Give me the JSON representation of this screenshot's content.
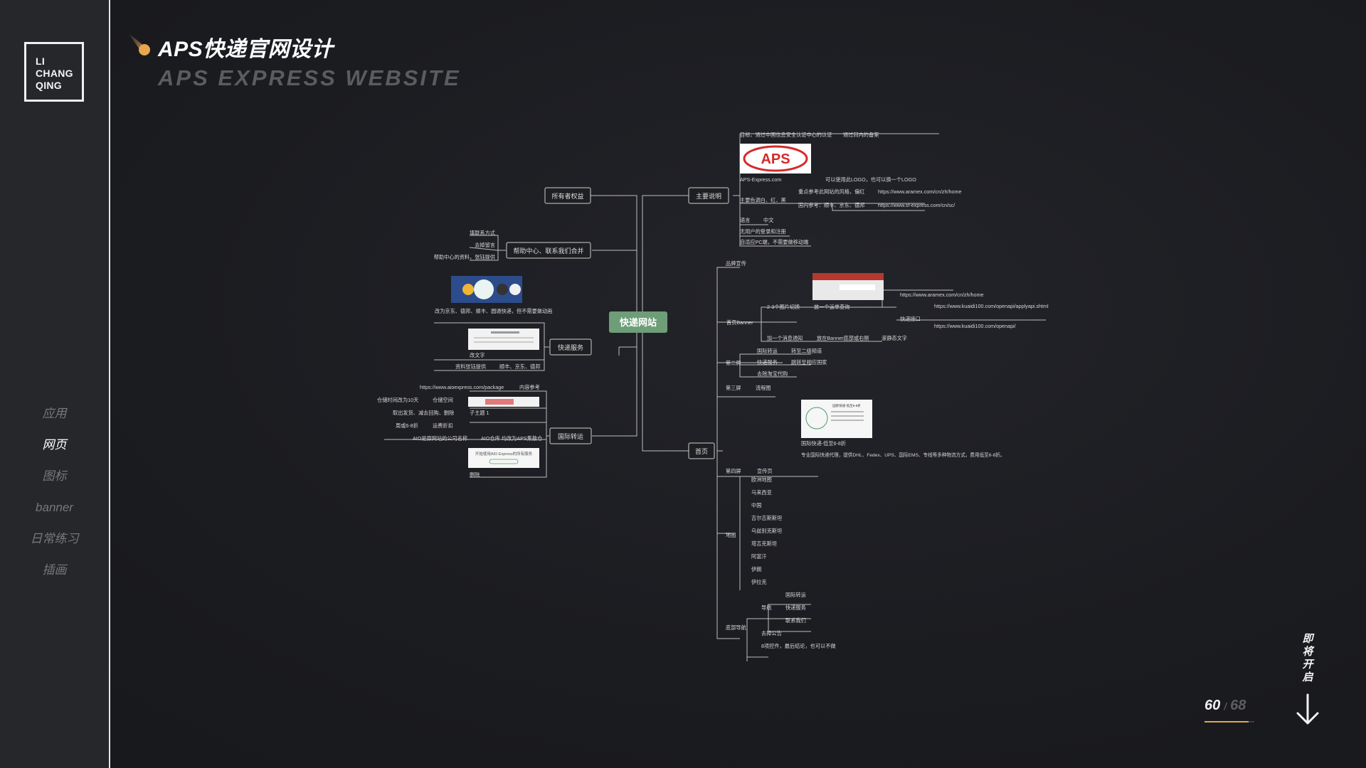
{
  "sidebar": {
    "logo_lines": [
      "LI",
      "CHANG",
      "QING"
    ],
    "nav": [
      "应用",
      "网页",
      "图标",
      "banner",
      "日常练习",
      "插画"
    ],
    "active_index": 1
  },
  "header": {
    "title": "APS快递官网设计",
    "subtitle": "APS EXPRESS WEBSITE"
  },
  "mindmap": {
    "center": "快递网站",
    "left_branches": {
      "rights": "所有者权益",
      "help": "帮助中心、联系我们合并",
      "help_items": [
        "填联系方式",
        "去掉留言",
        "帮助中心的资料，张钰提供"
      ],
      "express": "快递服务",
      "express_items": [
        "改为京东、德邦、顺丰、圆通快递，但不需要做动画",
        "改文字",
        "资料张钰提供",
        "顺丰、京东、德邦"
      ],
      "intl": "国际转运",
      "intl_items": [
        "https://www.aioexpress.com/package",
        "内容参考",
        "仓储时间改为10天",
        "仓储空间",
        "取出发货、减去回购、删除",
        "子主题 1",
        "周或6-8折",
        "运费折扣",
        "AIO是原网站的公司名称",
        "AIO仓库 均改为APS集散仓",
        "删除"
      ],
      "intl_img_text": "开始使用AIO Express的所有服务"
    },
    "right_branches": {
      "main": "主要说明",
      "main_items": [
        "目标，通过中国信息安全认证中心的认证",
        "通过同内的备案",
        "APS-Express.com",
        "可以使用此LOGO，也可以换一个LOGO",
        "主要色调白、红、黑",
        "重点参考此网站的风格，偏红",
        "https://www.aramex.com/cn/zh/home",
        "国内参考：顺丰、京东、德邦",
        "https://www.sf-express.com/cn/sc/",
        "语言",
        "中文",
        "无用户的登录和注册",
        "自适应PC端，不需要做移动端"
      ],
      "logo_text": "APS",
      "home": "首页",
      "home_items": [
        "品牌宣传",
        "首页Banner",
        "2-3个图片切换",
        "放一个运单查询",
        "https://www.aramex.com/cn/zh/home",
        "快递接口",
        "https://www.kuaidi100.com/openapi/applyapi.shtml",
        "https://www.kuaidi100.com/openapi/",
        "加一个消息通知",
        "放在Banner底部或右侧",
        "滚静态文字",
        "第二屏",
        "国际转运",
        "转至二级频道",
        "快递服务",
        "跳转至相应国家",
        "去除淘宝代购",
        "第三屏",
        "流程图",
        "国际快递-低至6-8折",
        "专业国际快递代理，提供DHL、Fedex、UPS、国际EMS、专线等多种物流方式，费用低至6-8折。",
        "第四屏",
        "宣传页",
        "地图",
        "底部导航",
        "导航",
        "国际转运",
        "快递服务",
        "联系我们",
        "去掉公告",
        "8项控件，最后结论，也可以不做"
      ],
      "map_items": [
        "欧洲地图",
        "马来西亚",
        "中国",
        "吉尔吉斯斯坦",
        "乌兹别克斯坦",
        "塔吉克斯坦",
        "阿富汗",
        "伊朗",
        "伊拉克"
      ],
      "card_title": "国际快递-低至6-8折"
    }
  },
  "pager": {
    "current": "60",
    "separator": "/",
    "total": "68",
    "progress": 0.88
  },
  "coming_soon": [
    "即",
    "将",
    "开",
    "启"
  ],
  "colors": {
    "accent": "#e0a650",
    "center_node": "#6e9e78",
    "aps_red": "#d42a2a"
  }
}
